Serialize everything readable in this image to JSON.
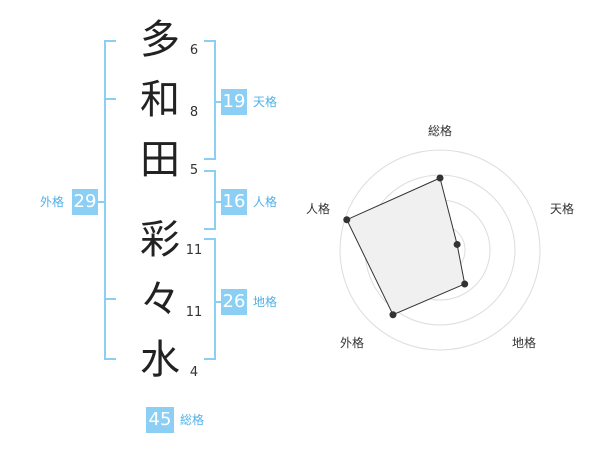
{
  "characters": [
    {
      "char": "多",
      "strokes": "6"
    },
    {
      "char": "和",
      "strokes": "8"
    },
    {
      "char": "田",
      "strokes": "5"
    },
    {
      "char": "彩",
      "strokes": "11"
    },
    {
      "char": "々",
      "strokes": "11"
    },
    {
      "char": "水",
      "strokes": "4"
    }
  ],
  "fortunes": {
    "tenkaku": {
      "value": "19",
      "label": "天格"
    },
    "jinkaku": {
      "value": "16",
      "label": "人格"
    },
    "chikaku": {
      "value": "26",
      "label": "地格"
    },
    "gaikaku": {
      "value": "29",
      "label": "外格"
    },
    "soukaku": {
      "value": "45",
      "label": "総格"
    }
  },
  "radar": {
    "labels": {
      "top": "総格",
      "right": "天格",
      "bottom_right": "地格",
      "bottom_left": "外格",
      "left": "人格"
    },
    "colors": {
      "fill": "#f0f0f0",
      "stroke": "#333333",
      "ring": "#dddddd",
      "accent": "#8ccff5"
    }
  },
  "chart_data": {
    "type": "radar",
    "axes": [
      "総格",
      "天格",
      "地格",
      "外格",
      "人格"
    ],
    "values": [
      0.72,
      0.18,
      0.42,
      0.8,
      0.98
    ],
    "range": [
      0,
      1
    ],
    "rings": 4
  }
}
